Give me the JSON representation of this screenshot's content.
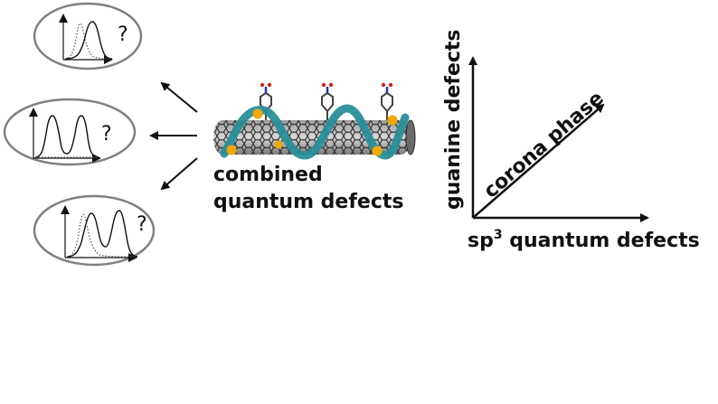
{
  "nanotube": {
    "caption_line1": "combined",
    "caption_line2": "quantum defects"
  },
  "spectra_panels": [
    {
      "question": "?"
    },
    {
      "question": "?"
    },
    {
      "question": "?"
    }
  ],
  "axes": {
    "x_label_main": "sp",
    "x_label_sup": "3",
    "x_label_rest": " quantum defects",
    "y_label": "guanine defects",
    "diagonal_label": "corona phase"
  },
  "colors": {
    "oval_stroke": "#808080",
    "helix": "#2a8f9a",
    "defect_dot": "#f5a800",
    "tube": "#3a3a3a",
    "nitro_red": "#d12020",
    "nitro_blue": "#2030c0"
  }
}
